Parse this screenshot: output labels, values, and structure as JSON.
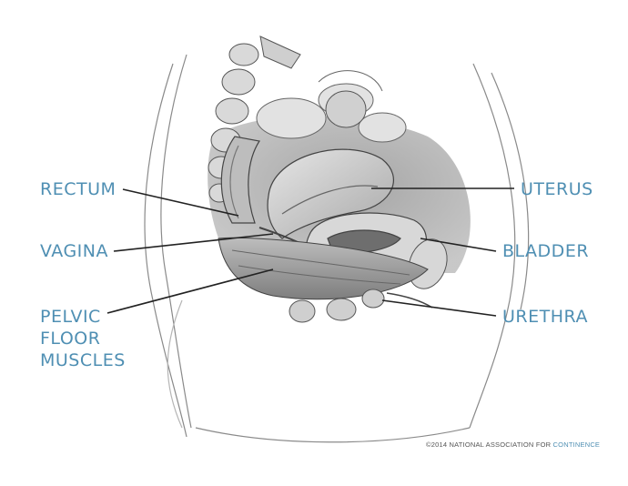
{
  "labels": {
    "rectum": "RECTUM",
    "vagina": "VAGINA",
    "pelvic_floor": [
      "PELVIC",
      "FLOOR",
      "MUSCLES"
    ],
    "uterus": "UTERUS",
    "bladder": "BLADDER",
    "urethra": "URETHRA"
  },
  "copyright": {
    "prefix": "©2014 NATIONAL ASSOCIATION FOR ",
    "accent": "CONTINENCE"
  },
  "colors": {
    "label": "#4f8fb3",
    "leader_line": "#222222",
    "sketch": "#7a7a7a"
  }
}
